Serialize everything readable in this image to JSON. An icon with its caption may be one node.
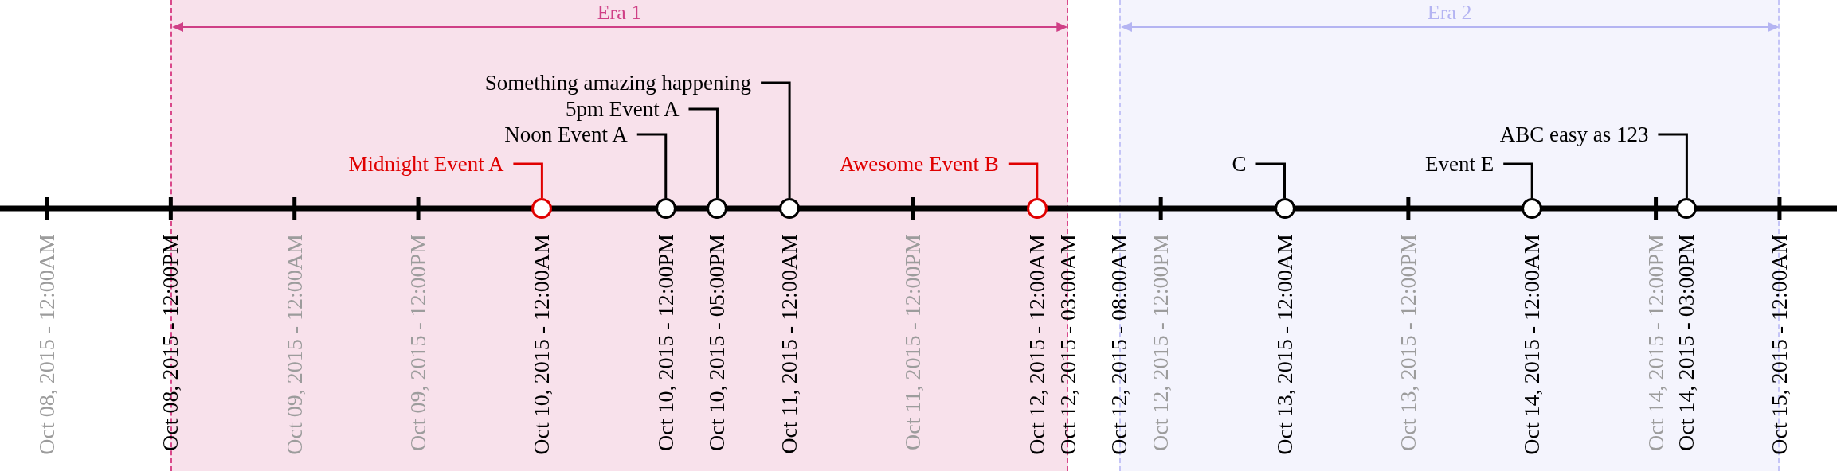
{
  "diagram": {
    "nodes": [
      {
        "text": [
          "Era 1"
        ]
      },
      {
        "text": [
          "Era 2"
        ]
      },
      {
        "text": [
          "Midnight Event A"
        ],
        "in": 0
      },
      {
        "text": [],
        "shape": "circle",
        "in": 0
      },
      {
        "text": [
          "Noon Event A"
        ],
        "in": 0
      },
      {
        "text": [],
        "shape": "circle",
        "in": 0
      },
      {
        "text": [
          "5pm Event A"
        ],
        "in": 0
      },
      {
        "text": [],
        "shape": "circle",
        "in": 0
      },
      {
        "text": [
          "Something amazing happening"
        ],
        "in": 0
      },
      {
        "text": [],
        "shape": "circle",
        "in": 0
      },
      {
        "text": [
          "Awesome Event B"
        ],
        "in": 0
      },
      {
        "text": [],
        "shape": "circle",
        "in": 0
      },
      {
        "text": [
          "C"
        ],
        "in": 1
      },
      {
        "text": [],
        "shape": "circle",
        "in": 1
      },
      {
        "text": [
          "Event E"
        ],
        "in": 1
      },
      {
        "text": [],
        "shape": "circle",
        "in": 1
      },
      {
        "text": [
          "ABC easy as 123"
        ],
        "in": 1
      },
      {
        "text": [],
        "shape": "circle",
        "in": 1
      }
    ],
    "edges": [
      {
        "from": 2,
        "to": 3,
        "arrow": "none",
        "color": "#e00000"
      },
      {
        "from": 4,
        "to": 5,
        "arrow": "none"
      },
      {
        "from": 6,
        "to": 7,
        "arrow": "none"
      },
      {
        "from": 8,
        "to": 9,
        "arrow": "none"
      },
      {
        "from": 10,
        "to": 11,
        "arrow": "none",
        "color": "#e00000"
      },
      {
        "from": 12,
        "to": 13,
        "arrow": "none"
      },
      {
        "from": 14,
        "to": 15,
        "arrow": "none"
      },
      {
        "from": 16,
        "to": 17,
        "arrow": "none"
      }
    ],
    "labels": [
      "Oct 08, 2015 - 12:00AM",
      "Oct 08, 2015 - 12:00PM",
      "Oct 09, 2015 - 12:00AM",
      "Oct 09, 2015 - 12:00PM",
      "Oct 10, 2015 - 12:00AM",
      "Oct 10, 2015 - 12:00PM",
      "Oct 10, 2015 - 05:00PM",
      "Oct 11, 2015 - 12:00AM",
      "Oct 11, 2015 - 12:00PM",
      "Oct 12, 2015 - 12:00AM",
      "Oct 12, 2015 - 03:00AM",
      "Oct 12, 2015 - 08:00AM",
      "Oct 12, 2015 - 12:00PM",
      "Oct 13, 2015 - 12:00AM",
      "Oct 13, 2015 - 12:00PM",
      "Oct 14, 2015 - 12:00AM",
      "Oct 14, 2015 - 12:00PM",
      "Oct 14, 2015 - 03:00PM",
      "Oct 15, 2015 - 12:00AM"
    ]
  }
}
